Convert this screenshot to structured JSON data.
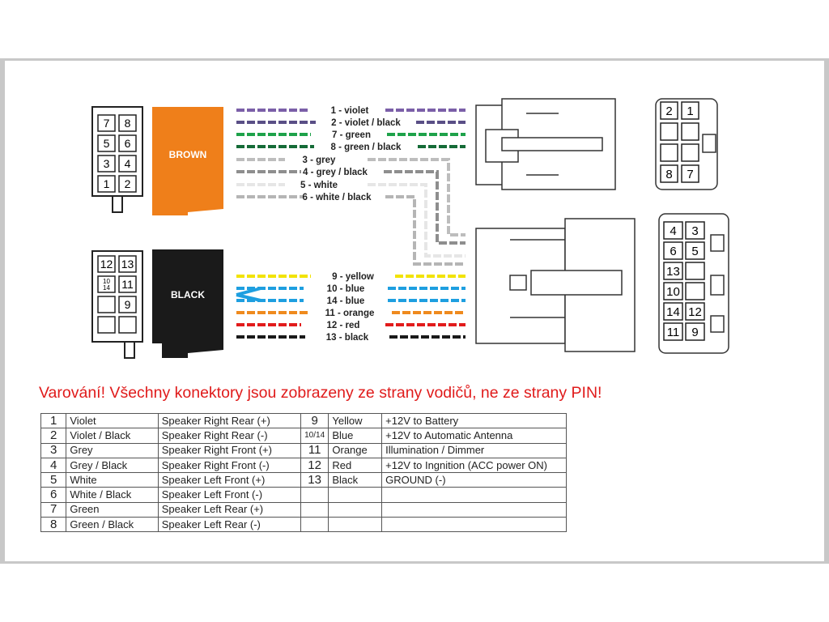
{
  "diagram": {
    "connector_labels": {
      "brown": "BROWN",
      "black": "BLACK"
    },
    "brown_grid": [
      "7",
      "8",
      "5",
      "6",
      "3",
      "4",
      "1",
      "2"
    ],
    "black_grid": [
      "12",
      "13",
      "10/14",
      "11",
      "",
      "9",
      "",
      ""
    ],
    "right_top_grid": [
      "2",
      "1",
      "",
      "",
      "",
      "",
      "8",
      "7"
    ],
    "right_bottom_grid": [
      "4",
      "3",
      "6",
      "5",
      "13",
      "",
      "10",
      "",
      "14",
      "12",
      "11",
      "9"
    ],
    "wires": [
      {
        "label": "1 - violet",
        "color": "#7b5fa8"
      },
      {
        "label": "2 - violet / black",
        "color": "#5a4f86"
      },
      {
        "label": "7 - green",
        "color": "#1ea24a"
      },
      {
        "label": "8 - green / black",
        "color": "#156b37"
      },
      {
        "label": "3 - grey",
        "color": "#bdbdbd"
      },
      {
        "label": "4 - grey / black",
        "color": "#8e8e8e"
      },
      {
        "label": "5 - white",
        "color": "#e6e6e6"
      },
      {
        "label": "6 - white / black",
        "color": "#b5b5b5"
      },
      {
        "label": "9 - yellow",
        "color": "#f2e300"
      },
      {
        "label": "10 - blue",
        "color": "#1e9fe0"
      },
      {
        "label": "14 - blue",
        "color": "#1e9fe0"
      },
      {
        "label": "11 - orange",
        "color": "#ef8a1e"
      },
      {
        "label": "12 - red",
        "color": "#e21b1b"
      },
      {
        "label": "13 - black",
        "color": "#1a1a1a"
      }
    ]
  },
  "warning": "Varování! Všechny konektory jsou zobrazeny ze strany vodičů, ne ze strany PIN!",
  "table": {
    "rows": [
      {
        "n": "1",
        "color": "Violet",
        "func": "Speaker Right Rear (+)",
        "n2": "9",
        "color2": "Yellow",
        "func2": "+12V to Battery"
      },
      {
        "n": "2",
        "color": "Violet / Black",
        "func": "Speaker Right Rear (-)",
        "n2": "10/14",
        "color2": "Blue",
        "func2": "+12V to Automatic Antenna"
      },
      {
        "n": "3",
        "color": "Grey",
        "func": "Speaker Right Front (+)",
        "n2": "11",
        "color2": "Orange",
        "func2": "Illumination / Dimmer"
      },
      {
        "n": "4",
        "color": "Grey / Black",
        "func": "Speaker Right Front (-)",
        "n2": "12",
        "color2": "Red",
        "func2": "+12V to Ingnition (ACC power ON)"
      },
      {
        "n": "5",
        "color": "White",
        "func": "Speaker Left Front (+)",
        "n2": "13",
        "color2": "Black",
        "func2": "GROUND (-)"
      },
      {
        "n": "6",
        "color": "White / Black",
        "func": "Speaker Left Front (-)",
        "n2": "",
        "color2": "",
        "func2": ""
      },
      {
        "n": "7",
        "color": "Green",
        "func": "Speaker Left Rear (+)",
        "n2": "",
        "color2": "",
        "func2": ""
      },
      {
        "n": "8",
        "color": "Green / Black",
        "func": "Speaker Left Rear (-)",
        "n2": "",
        "color2": "",
        "func2": ""
      }
    ]
  }
}
